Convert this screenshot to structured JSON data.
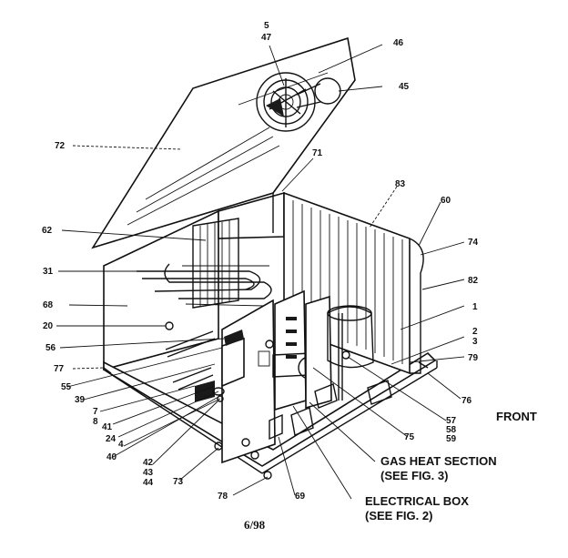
{
  "callouts": {
    "c5": "5",
    "c47": "47",
    "c46": "46",
    "c45": "45",
    "c72": "72",
    "c71": "71",
    "c83": "83",
    "c60": "60",
    "c62": "62",
    "c74": "74",
    "c31": "31",
    "c82": "82",
    "c68": "68",
    "c1": "1",
    "c20": "20",
    "c2": "2",
    "c3": "3",
    "c56": "56",
    "c79": "79",
    "c77": "77",
    "c55": "55",
    "c76": "76",
    "c39": "39",
    "c7": "7",
    "c8": "8",
    "c41": "41",
    "c24": "24",
    "c4": "4",
    "c57": "57",
    "c58": "58",
    "c59": "59",
    "c75": "75",
    "c40": "40",
    "c42": "42",
    "c43": "43",
    "c44": "44",
    "c73": "73",
    "c78": "78",
    "c69": "69"
  },
  "sections": {
    "gas_heat_line1": "GAS HEAT SECTION",
    "gas_heat_line2": "(SEE FIG. 3)",
    "electrical_box_line1": "ELECTRICAL BOX",
    "electrical_box_line2": "(SEE FIG. 2)"
  },
  "orientation_label": "FRONT",
  "footer_date": "6/98"
}
